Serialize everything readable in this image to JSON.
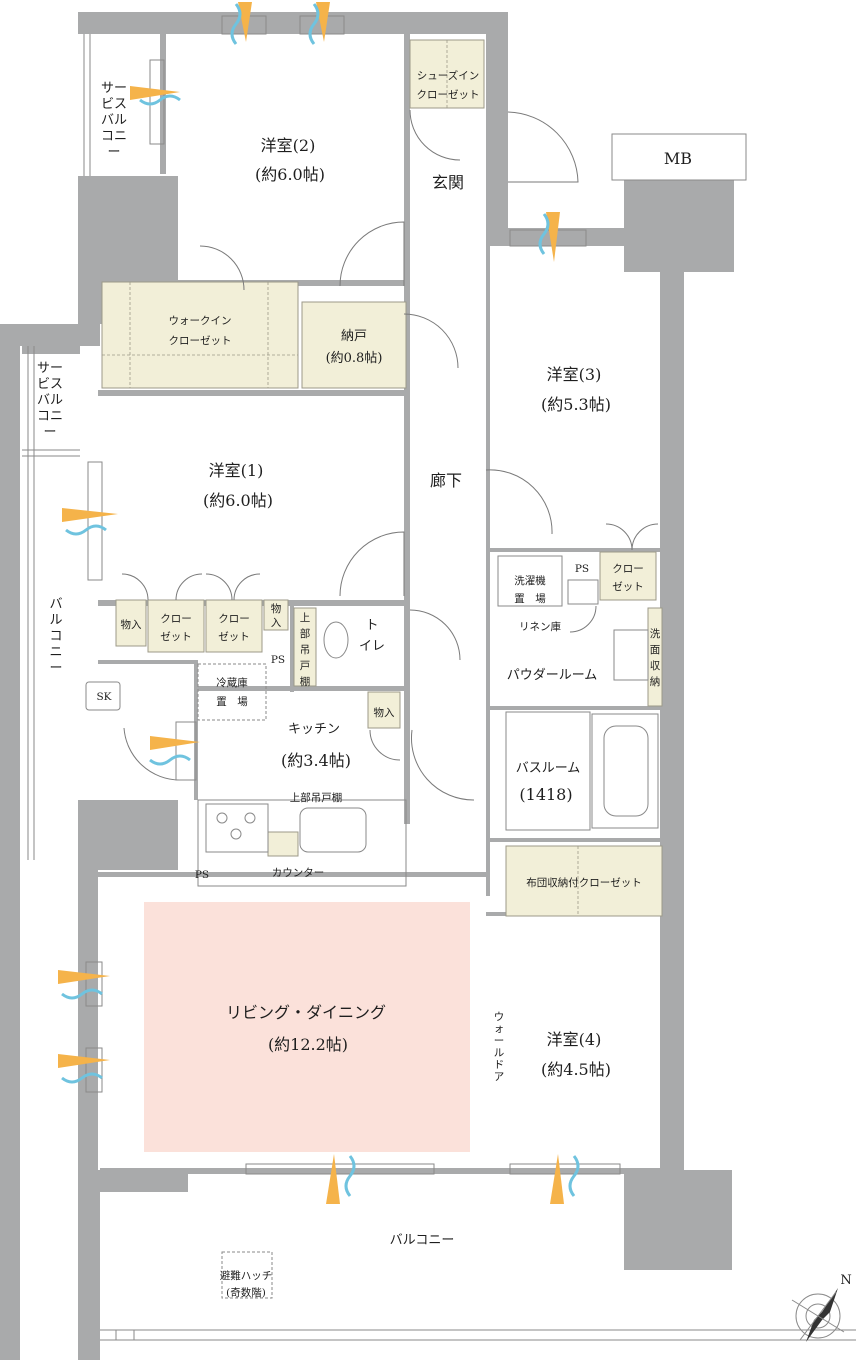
{
  "rooms": {
    "bed2": {
      "name": "洋室(2)",
      "size": "(約6.0帖)"
    },
    "bed1": {
      "name": "洋室(1)",
      "size": "(約6.0帖)"
    },
    "bed3": {
      "name": "洋室(3)",
      "size": "(約5.3帖)"
    },
    "bed4": {
      "name": "洋室(4)",
      "size": "(約4.5帖)"
    },
    "nando": {
      "name": "納戸",
      "size": "(約0.8帖)"
    },
    "kitchen": {
      "name": "キッチン",
      "size": "(約3.4帖)"
    },
    "living": {
      "name": "リビング・ダイニング",
      "size": "(約12.2帖)"
    },
    "genkan": "玄関",
    "hallway": "廊下",
    "toilet": "トイレ",
    "powder": "パウダールーム",
    "bath": {
      "name": "バスルーム",
      "size": "(1418)"
    }
  },
  "storage": {
    "shoes_cl": [
      "シューズイン",
      "クローゼット"
    ],
    "walkin_cl": [
      "ウォークイン",
      "クローゼット"
    ],
    "closet_b1a": [
      "クロー",
      "ゼット"
    ],
    "closet_b1b": [
      "クロー",
      "ゼット"
    ],
    "closet_ps": [
      "クロー",
      "ゼット"
    ],
    "mono_a": "物入",
    "mono_b": "物入",
    "mono_c": "物入",
    "upper_shelf_v": [
      "上",
      "部",
      "吊",
      "戸",
      "棚"
    ],
    "upper_shelf_h": "上部吊戸棚",
    "futon_cl": "布団収納付クローゼット",
    "linen": "リネン庫",
    "washer": [
      "洗濯機",
      "置　場"
    ],
    "fridge": [
      "冷蔵庫",
      "置　場"
    ],
    "vanity": [
      "洗",
      "面",
      "収",
      "納"
    ],
    "counter": "カウンター",
    "wall_door": [
      "ウ",
      "ォ",
      "ー",
      "ル",
      "ド",
      "ア"
    ]
  },
  "outdoor": {
    "service_balcony_1": [
      "サー",
      "ビス",
      "バル",
      "コニ",
      "ー"
    ],
    "service_balcony_2": [
      "サー",
      "ビス",
      "バル",
      "コニ",
      "ー"
    ],
    "balcony_side": [
      "バ",
      "ル",
      "コ",
      "ニ",
      "ー"
    ],
    "balcony_bottom": "バルコニー",
    "hatch": [
      "避難ハッチ",
      "(奇数階)"
    ],
    "mb": "MB",
    "sk": "SK",
    "ps": "PS"
  },
  "compass": "N",
  "colors": {
    "wall": "#a9aaab",
    "storage_fill": "#f2efd8",
    "living_fill": "#fbe1da",
    "airflow_orange": "#f5b34a",
    "airflow_blue": "#6fc3df"
  }
}
